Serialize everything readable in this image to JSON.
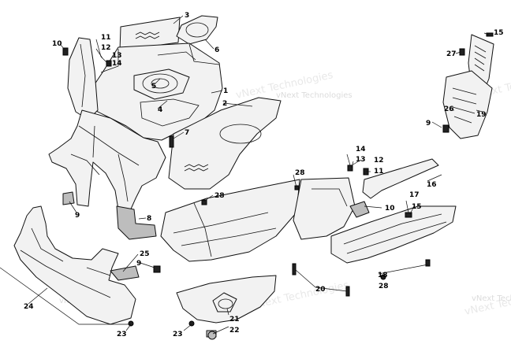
{
  "watermark": "vNext Technologies",
  "callouts": [
    {
      "id": "c1",
      "label": "1"
    },
    {
      "id": "c2",
      "label": "2"
    },
    {
      "id": "c3",
      "label": "3"
    },
    {
      "id": "c4",
      "label": "4"
    },
    {
      "id": "c5",
      "label": "5"
    },
    {
      "id": "c6",
      "label": "6"
    },
    {
      "id": "c7",
      "label": "7"
    },
    {
      "id": "c8",
      "label": "8"
    },
    {
      "id": "c9a",
      "label": "9"
    },
    {
      "id": "c9b",
      "label": "9"
    },
    {
      "id": "c9c",
      "label": "9"
    },
    {
      "id": "c10a",
      "label": "10"
    },
    {
      "id": "c10b",
      "label": "10"
    },
    {
      "id": "c11a",
      "label": "11"
    },
    {
      "id": "c11b",
      "label": "11"
    },
    {
      "id": "c12a",
      "label": "12"
    },
    {
      "id": "c12b",
      "label": "12"
    },
    {
      "id": "c13a",
      "label": "13"
    },
    {
      "id": "c13b",
      "label": "13"
    },
    {
      "id": "c14a",
      "label": "14"
    },
    {
      "id": "c14b",
      "label": "14"
    },
    {
      "id": "c15a",
      "label": "15"
    },
    {
      "id": "c15b",
      "label": "15"
    },
    {
      "id": "c16",
      "label": "16"
    },
    {
      "id": "c17",
      "label": "17"
    },
    {
      "id": "c18",
      "label": "18"
    },
    {
      "id": "c19",
      "label": "19"
    },
    {
      "id": "c20",
      "label": "20"
    },
    {
      "id": "c21",
      "label": "21"
    },
    {
      "id": "c22",
      "label": "22"
    },
    {
      "id": "c23a",
      "label": "23"
    },
    {
      "id": "c23b",
      "label": "23"
    },
    {
      "id": "c24",
      "label": "24"
    },
    {
      "id": "c25",
      "label": "25"
    },
    {
      "id": "c26",
      "label": "26"
    },
    {
      "id": "c27",
      "label": "27"
    },
    {
      "id": "c28a",
      "label": "28"
    },
    {
      "id": "c28b",
      "label": "28"
    },
    {
      "id": "c28c",
      "label": "28"
    }
  ]
}
